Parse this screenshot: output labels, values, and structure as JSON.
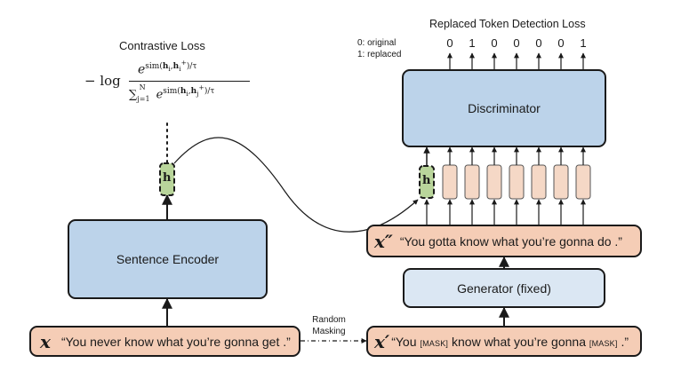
{
  "contrastive": {
    "title": "Contrastive Loss",
    "formula_prefix": "− log",
    "numerator": "e^{sim(h_i, h_i^+)/τ}",
    "denominator": "∑_{j=1}^{N} e^{sim(h_i, h_j^+)/τ}"
  },
  "encoder": {
    "label": "Sentence Encoder"
  },
  "discriminator": {
    "label": "Discriminator"
  },
  "generator": {
    "label": "Generator (fixed)"
  },
  "rtd": {
    "title": "Replaced Token Detection Loss",
    "legend_original": "0: original",
    "legend_replaced": "1: replaced",
    "bits": [
      "0",
      "1",
      "0",
      "0",
      "0",
      "0",
      "1"
    ]
  },
  "h_label": "h",
  "x": {
    "symbol": "x",
    "sentence": "“You never know what you’re gonna get .”"
  },
  "x_prime": {
    "symbol": "x′",
    "sentence_part1": "“You ",
    "mask1": "[MASK]",
    "sentence_part2": " know what you’re gonna ",
    "mask2": "[MASK]",
    "sentence_part3": " .”"
  },
  "x_double_prime": {
    "symbol": "x″",
    "sentence": "“You gotta know what you’re gonna do .”"
  },
  "masking": {
    "line1": "Random",
    "line2": "Masking"
  },
  "colors": {
    "blue": "#bcd3ea",
    "light_blue": "#dbe7f3",
    "orange": "#f5cdb6",
    "green": "#b9d59b"
  }
}
